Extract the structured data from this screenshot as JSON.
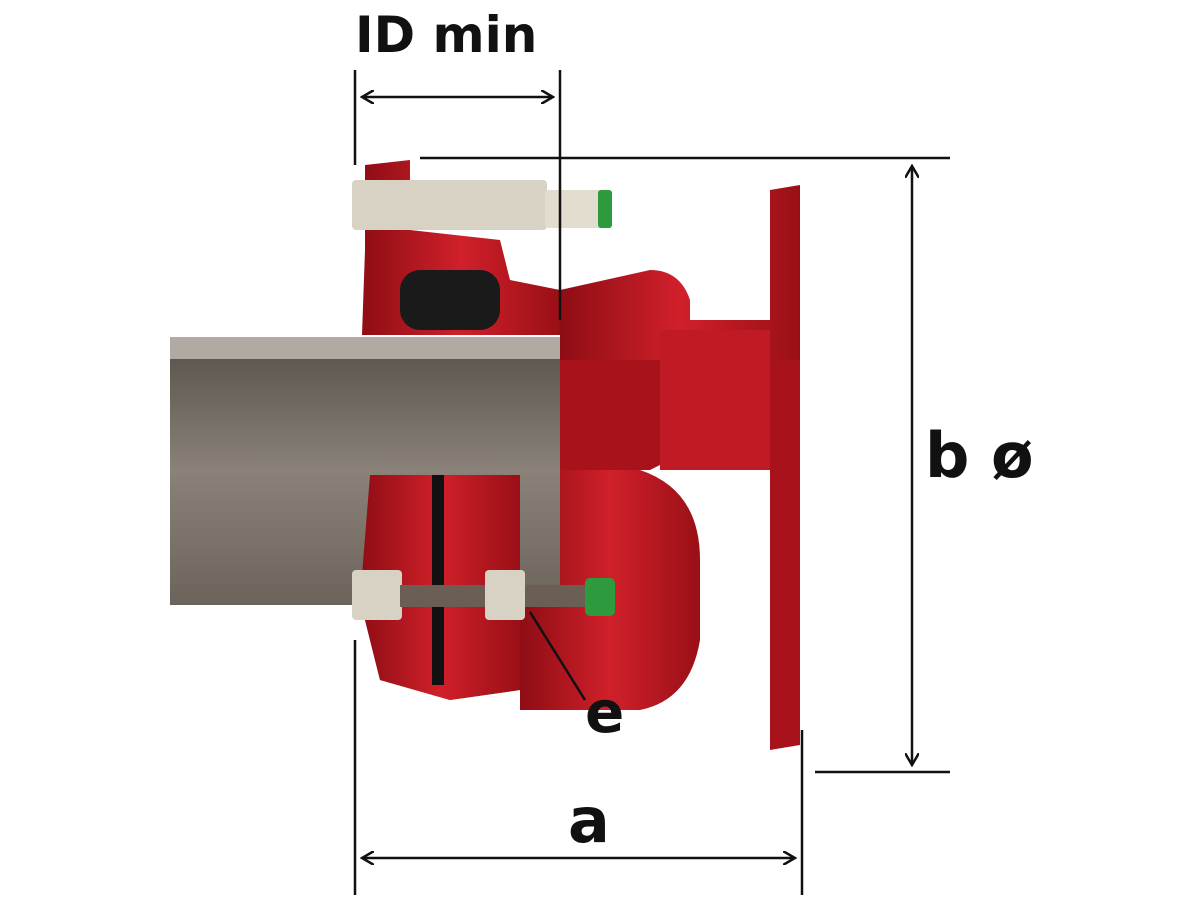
{
  "labels": {
    "id_min": "ID min",
    "b_diameter": "b ø",
    "e": "e",
    "a": "a"
  },
  "colors": {
    "body_red": "#b5121b",
    "pipe_gray": "#7a7268",
    "bolt": "#d8d2c4",
    "cap_green": "#2e9a3e"
  }
}
